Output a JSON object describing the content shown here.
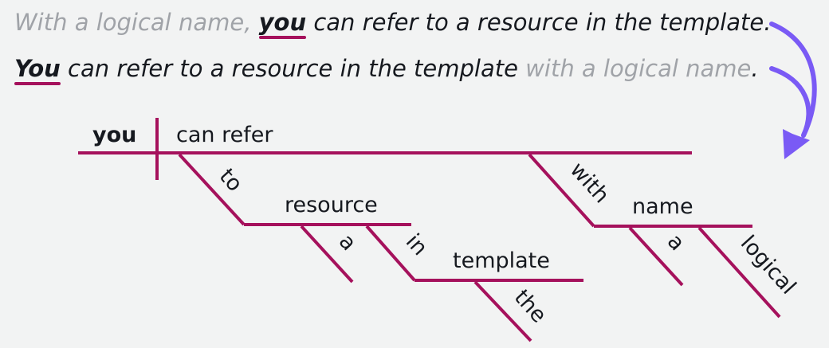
{
  "sentences": [
    {
      "parts": [
        {
          "text": "With a logical name",
          "style": "muted"
        },
        {
          "text": ", ",
          "style": "muted"
        },
        {
          "text": "you",
          "style": "subject"
        },
        {
          "text": " can refer to a resource in the template.",
          "style": "normal"
        }
      ]
    },
    {
      "parts": [
        {
          "text": "You",
          "style": "subject"
        },
        {
          "text": " can refer to a resource in the template ",
          "style": "normal"
        },
        {
          "text": "with a logical name",
          "style": "muted"
        },
        {
          "text": ".",
          "style": "normal"
        }
      ]
    }
  ],
  "diagram": {
    "subject": "you",
    "predicate": "can refer",
    "prep1": "to",
    "object1": "resource",
    "object1_modifier": "a",
    "prep2": "in",
    "object2": "template",
    "object2_modifier": "the",
    "prep3": "with",
    "object3": "name",
    "object3_modifier1": "a",
    "object3_modifier2": "logical"
  },
  "colors": {
    "diagram_line": "#a5115c",
    "arrow": "#7a5af5",
    "muted_text": "#a0a3a8",
    "text": "#16191f",
    "background": "#f2f3f3"
  },
  "icons": {
    "transform_arrow": "curved-arrow-down-icon"
  }
}
